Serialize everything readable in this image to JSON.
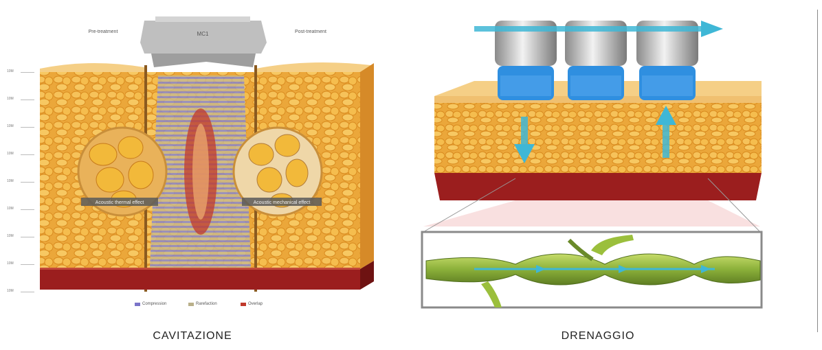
{
  "cavitazione": {
    "caption": "CAVITAZIONE",
    "pre_label": "Pre-treatment",
    "probe_label": "MC1",
    "post_label": "Post-treatment",
    "left_circle_label": "Acoustic thermal effect",
    "right_circle_label": "Acoustic mechanical effect",
    "legend": [
      {
        "label": "Compression",
        "color": "#7a74c9"
      },
      {
        "label": "Rarefaction",
        "color": "#b9b08a"
      },
      {
        "label": "Overlap",
        "color": "#c0392b"
      }
    ],
    "depth_ticks": [
      "10M",
      "10M",
      "10M",
      "10M",
      "10M",
      "10M",
      "10M",
      "10M",
      "10M"
    ]
  },
  "drenaggio": {
    "caption": "DRENAGGIO"
  },
  "colors": {
    "fat": "#f1b640",
    "fat_dark": "#d98a1e",
    "skin": "#f5cf86",
    "muscle": "#9b1e1e",
    "probe_blue": "#2f8fe0",
    "arrow": "#3fb7d6",
    "vessel": "#9bbf3c"
  }
}
